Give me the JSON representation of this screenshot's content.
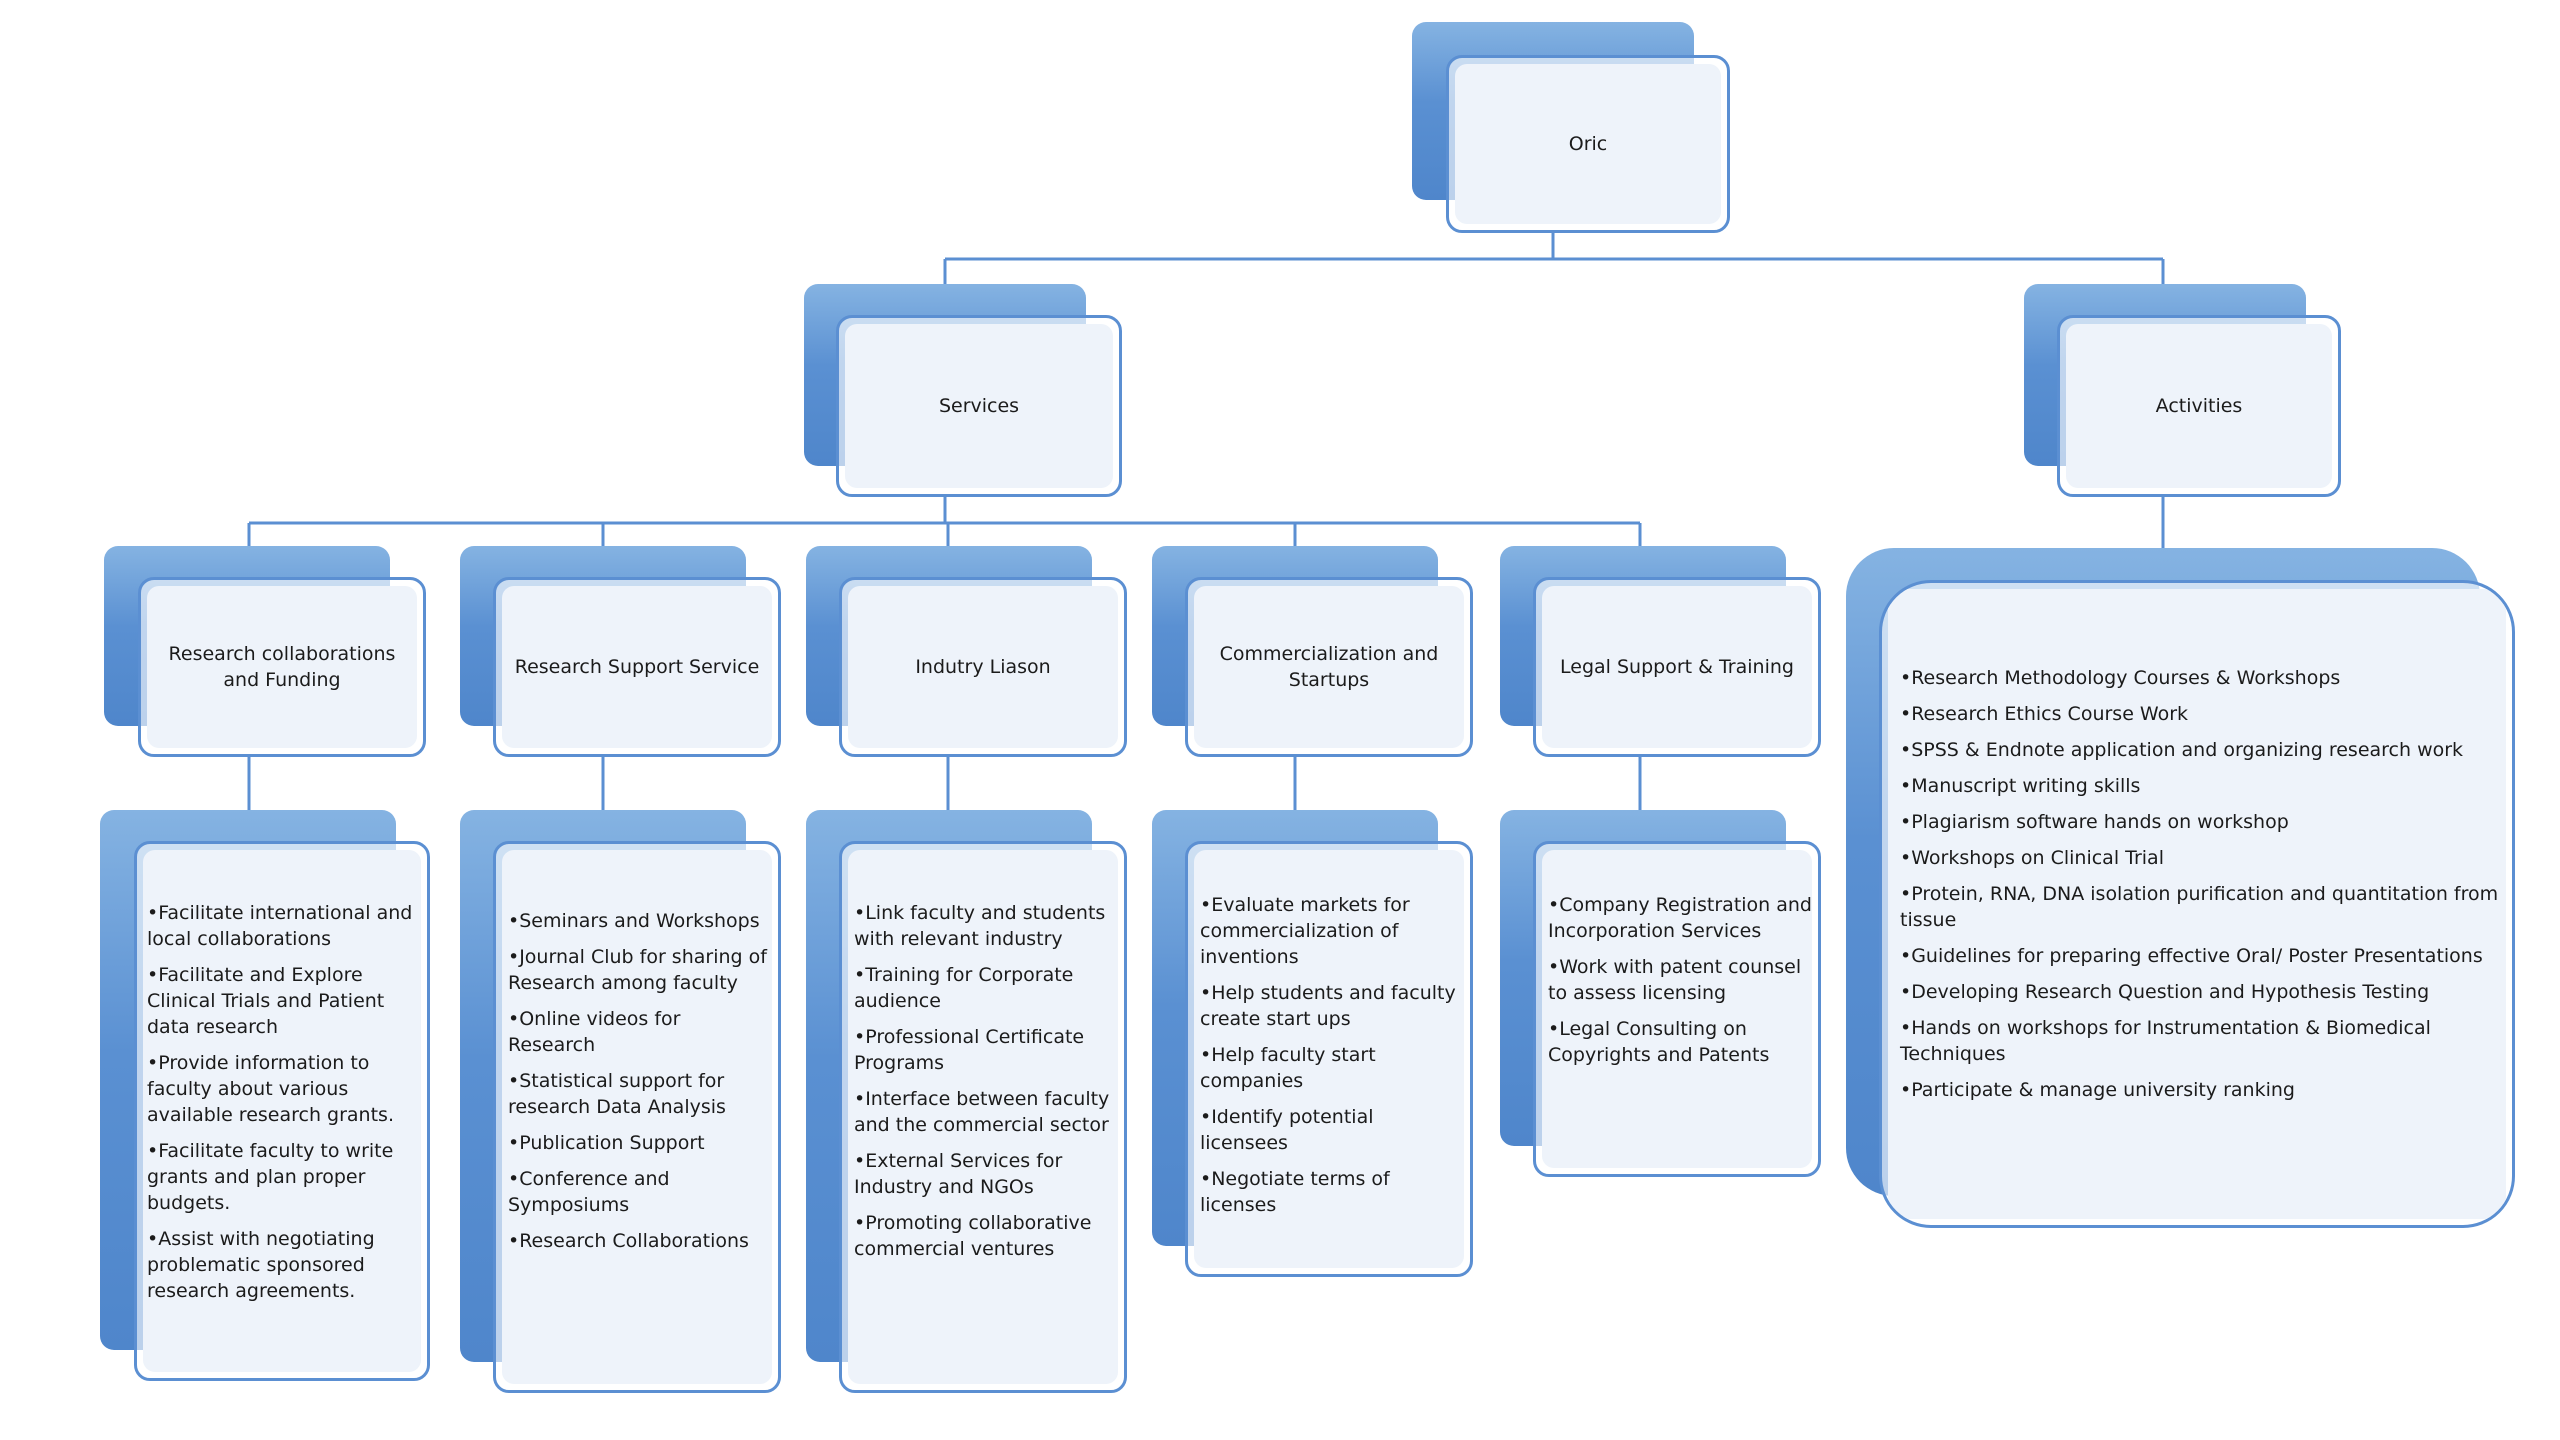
{
  "root": {
    "label": "Oric"
  },
  "branches": [
    {
      "label": "Services"
    },
    {
      "label": "Activities"
    }
  ],
  "services": [
    {
      "label": "Research collaborations and Funding",
      "items": [
        "•Facilitate international and local collaborations",
        "•Facilitate and Explore Clinical Trials and Patient data research",
        "•Provide information to faculty about various available research grants.",
        "•Facilitate faculty to write grants and plan proper budgets.",
        "•Assist with negotiating problematic sponsored research agreements."
      ]
    },
    {
      "label": "Research Support Service",
      "items": [
        "•Seminars and Workshops",
        "•Journal Club for sharing of Research among faculty",
        "•Online videos for Research",
        "•Statistical support for research Data Analysis",
        "•Publication Support",
        "•Conference and Symposiums",
        "•Research Collaborations"
      ]
    },
    {
      "label": "Indutry Liason",
      "items": [
        "•Link faculty and students with relevant industry",
        "•Training for Corporate audience",
        "•Professional Certificate Programs",
        "•Interface between faculty and the commercial sector",
        "•External Services for Industry and NGOs",
        "•Promoting collaborative commercial ventures"
      ]
    },
    {
      "label": "Commercialization and Startups",
      "items": [
        "•Evaluate markets for commercialization of inventions",
        "•Help students and faculty create start ups",
        "•Help faculty start companies",
        "•Identify potential licensees",
        "•Negotiate terms of licenses"
      ]
    },
    {
      "label": "Legal Support & Training",
      "items": [
        "•Company Registration and Incorporation Services",
        "•Work with patent counsel to assess licensing",
        "•Legal Consulting on Copyrights and Patents"
      ]
    }
  ],
  "activities": {
    "items": [
      "•Research Methodology Courses & Workshops",
      "•Research Ethics Course Work",
      "•SPSS & Endnote application and organizing research work",
      "•Manuscript writing skills",
      "•Plagiarism software hands on workshop",
      "•Workshops on Clinical Trial",
      "•Protein, RNA, DNA isolation purification and quantitation from tissue",
      "•Guidelines for preparing effective Oral/ Poster Presentations",
      "•Developing Research Question and Hypothesis Testing",
      "•Hands on workshops for Instrumentation & Biomedical Techniques",
      "•Participate & manage university ranking"
    ]
  },
  "colors": {
    "connector": "#5b8fd2",
    "box_back": "#5a90d2",
    "box_border": "#5b8fd2",
    "box_fill": "#eef3fa"
  }
}
